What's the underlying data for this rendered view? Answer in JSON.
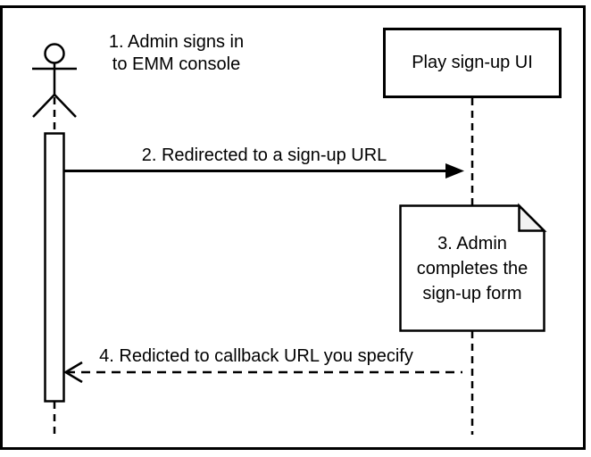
{
  "colors": {
    "stroke": "#000000",
    "background": "#ffffff",
    "note_fold_fill": "#f2f2f2"
  },
  "diagram": {
    "type": "sequence-diagram",
    "step1": {
      "lines": [
        "1. Admin signs in",
        "to EMM console"
      ]
    },
    "participant": {
      "label": "Play sign-up UI"
    },
    "step2": {
      "label": "2. Redirected to a sign-up URL"
    },
    "step3_note": {
      "lines": [
        "3. Admin",
        "completes the",
        "sign-up form"
      ]
    },
    "step4": {
      "label": "4. Redicted to callback URL you specify"
    }
  }
}
